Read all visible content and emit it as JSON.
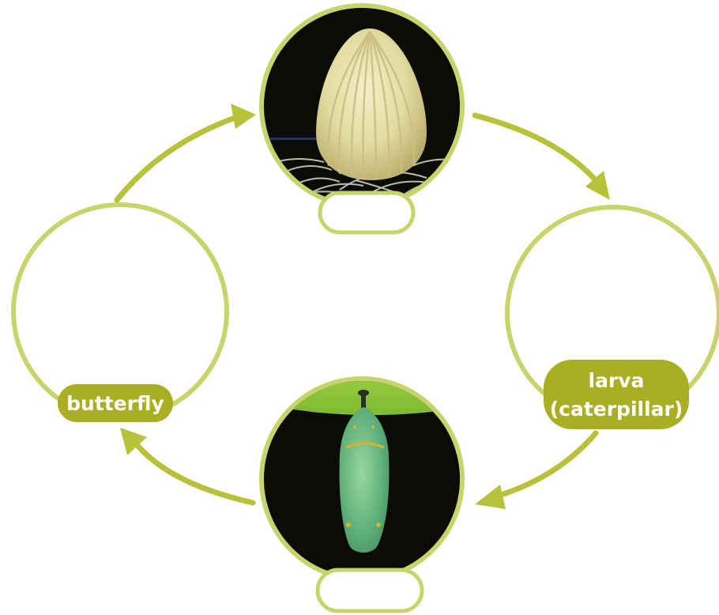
{
  "diagram": {
    "colors": {
      "accent": "#b7c23a",
      "ring": "#c7d36b",
      "arrow": "#b7c23a",
      "photo_bg": "#0b0c08"
    },
    "stages": [
      {
        "id": "egg",
        "label": "",
        "image": "monarch-egg-photo"
      },
      {
        "id": "larva",
        "label_line1": "larva",
        "label_line2": "(caterpillar)",
        "image": ""
      },
      {
        "id": "pupa",
        "label": "",
        "image": "chrysalis-photo"
      },
      {
        "id": "butterfly",
        "label": "butterfly",
        "image": ""
      }
    ]
  }
}
